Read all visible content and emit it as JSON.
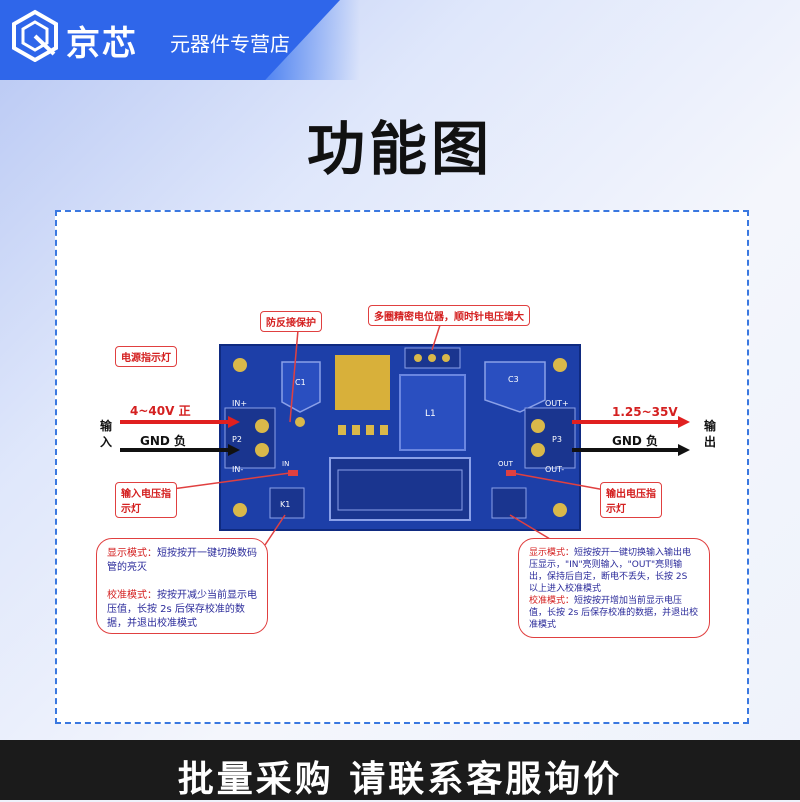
{
  "header": {
    "brand": "京芯",
    "subtitle": "元器件专营店"
  },
  "title": "功能图",
  "diagram": {
    "tags": {
      "reverse_protect": "防反接保护",
      "potentiometer": "多圈精密电位器，顺时针电压增大",
      "power_led": "电源指示灯",
      "input_led": "输入电压指示灯",
      "output_led": "输出电压指示灯"
    },
    "input": {
      "side_label": "输入",
      "voltage": "4~40V 正",
      "gnd": "GND 负"
    },
    "output": {
      "side_label": "输出",
      "voltage": "1.25~35V",
      "gnd": "GND 负"
    },
    "board": {
      "in_plus": "IN+",
      "in_minus": "IN-",
      "out_plus": "OUT+",
      "out_minus": "OUT-",
      "c1": "C1",
      "c3": "C3",
      "l1": "L1",
      "p2": "P2",
      "p3": "P3",
      "k1": "K1",
      "in": "IN",
      "out": "OUT"
    },
    "left_note": {
      "line1_title": "显示模式：",
      "line1_text": "短按按开一键切换数码管的亮灭",
      "line2_title": "校准模式：",
      "line2_text": "按按开减少当前显示电压值，长按 2s 后保存校准的数据，并退出校准模式"
    },
    "right_note": {
      "line1_title": "显示模式：",
      "line1_text": "短按按开一键切换输入输出电压显示，\"IN\"亮则输入，\"OUT\"亮则输出，保持后自定，断电不丢失，长按 2S 以上进入校准模式",
      "line2_title": "校准模式：",
      "line2_text": "短按按开增加当前显示电压值，长按 2s 后保存校准的数据，并退出校准模式"
    }
  },
  "footer": {
    "text": "批量采购 请联系客服询价"
  },
  "colors": {
    "banner": "#2f66ea",
    "board": "#1d3fa8",
    "accent_red": "#d42020",
    "frame": "#3a78e0"
  }
}
